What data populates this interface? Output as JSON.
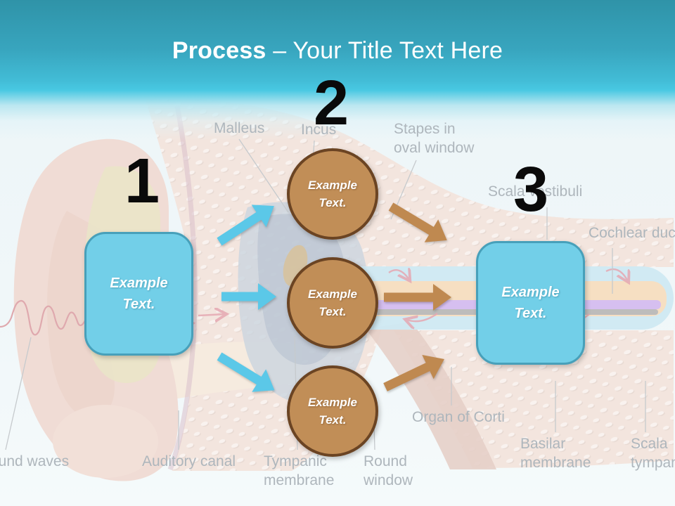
{
  "title": {
    "bold": "Process",
    "rest": " – Your Title Text Here"
  },
  "steps": {
    "one": {
      "number": "1",
      "text": "Example Text."
    },
    "two": {
      "number": "2",
      "circles": {
        "top": "Example Text.",
        "middle": "Example Text.",
        "bottom": "Example Text."
      }
    },
    "three": {
      "number": "3",
      "text": "Example Text."
    }
  },
  "anatomy_labels": {
    "sound_waves": "Sound waves",
    "auditory_canal": "Auditory canal",
    "tympanic_membrane": {
      "line1": "Tympanic",
      "line2": "membrane"
    },
    "round_window": {
      "line1": "Round",
      "line2": "window"
    },
    "malleus": "Malleus",
    "incus": "Incus",
    "stapes": {
      "line1": "Stapes in",
      "line2": "oval window"
    },
    "scala_vestibuli": "Scala vestibuli",
    "cochlear_duct": "Cochlear duct",
    "organ_of_corti": "Organ of Corti",
    "basilar_membrane": {
      "line1": "Basilar",
      "line2": "membrane"
    },
    "scala_tympani": {
      "line1": "Scala",
      "line2": "tympani"
    }
  },
  "colors": {
    "header_top": "#2f93a8",
    "header_bottom": "#48c8e2",
    "step_box_fill": "#72cfe8",
    "step_box_border": "#47a0ba",
    "circle_fill": "#c18e57",
    "circle_border": "#6b4423",
    "arrow_blue": "#5bc8e8",
    "arrow_brown": "#bf8950",
    "label_gray": "#aeb6bc",
    "number_black": "#0a0a0a"
  }
}
